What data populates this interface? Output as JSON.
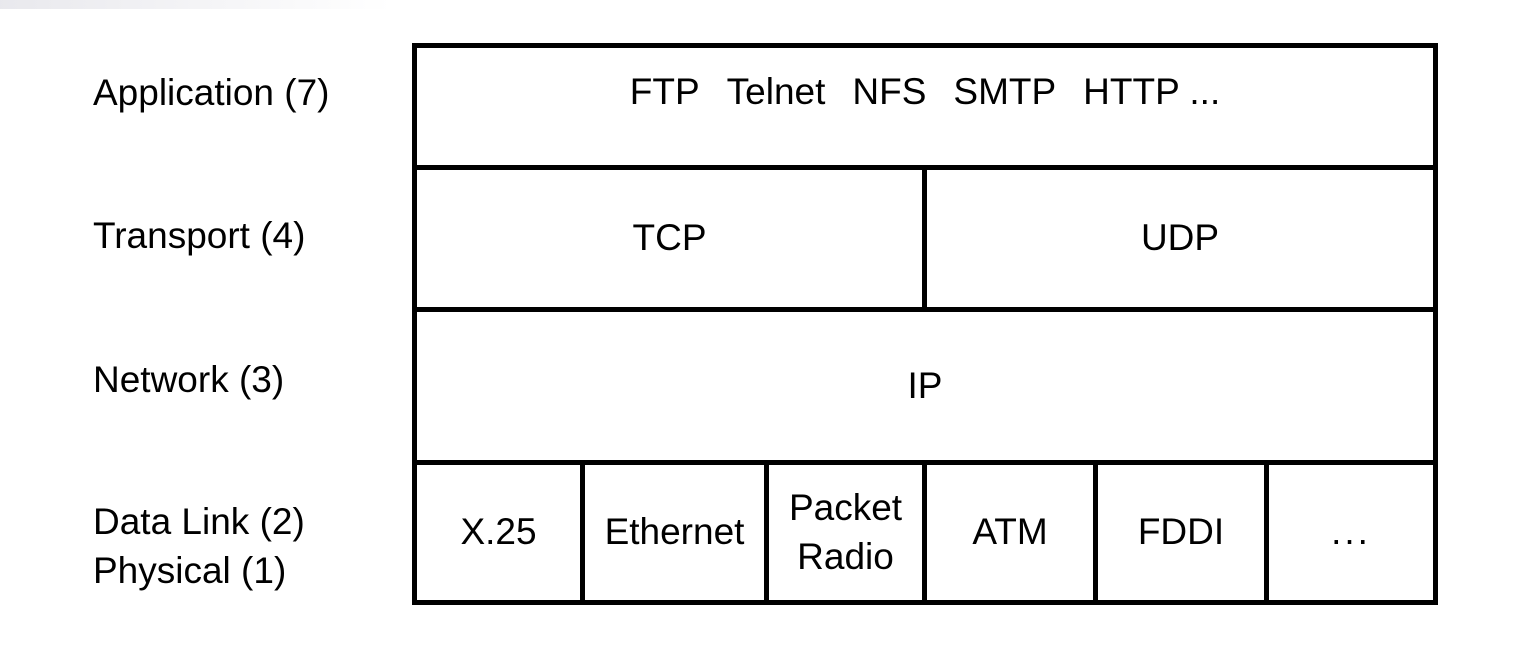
{
  "osi_labels": {
    "application": "Application (7)",
    "transport": "Transport (4)",
    "network": "Network (3)",
    "datalink": "Data Link (2)",
    "physical": "Physical (1)"
  },
  "stack": {
    "application_row": {
      "protocols": [
        "FTP",
        "Telnet",
        "NFS",
        "SMTP",
        "HTTP ..."
      ]
    },
    "transport_row": {
      "tcp": "TCP",
      "udp": "UDP"
    },
    "network_row": {
      "ip": "IP"
    },
    "link_row": {
      "cells": [
        "X.25",
        "Ethernet",
        "Packet Radio",
        "ATM",
        "FDDI",
        "..."
      ]
    }
  },
  "colors": {
    "line": "#000000",
    "background": "#ffffff",
    "text": "#000000"
  }
}
